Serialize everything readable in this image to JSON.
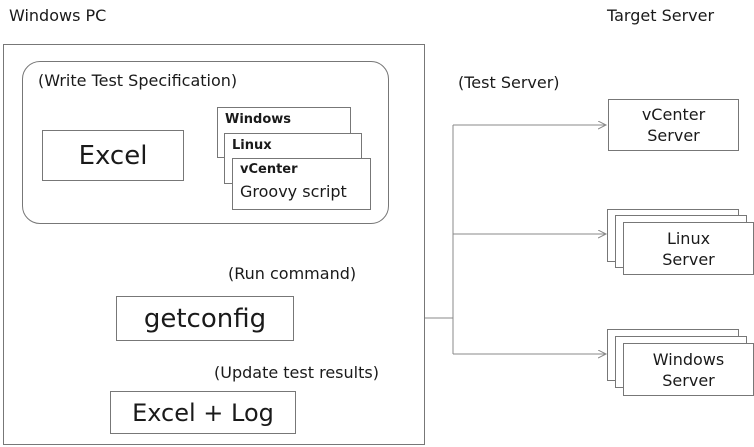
{
  "headings": {
    "windows_pc": "Windows PC",
    "target_server": "Target Server"
  },
  "spec_group": {
    "label": "(Write Test Specification)"
  },
  "excel": {
    "label": "Excel"
  },
  "scripts": {
    "windows": "Windows",
    "linux": "Linux",
    "vcenter": "vCenter",
    "groovy": "Groovy script"
  },
  "run_command": "(Run command)",
  "getconfig": {
    "label": "getconfig"
  },
  "update_results": "(Update test results)",
  "output": {
    "label": "Excel + Log"
  },
  "test_server": "(Test Server)",
  "servers": {
    "vcenter_line1": "vCenter",
    "vcenter_line2": "Server",
    "linux_line1": "Linux",
    "linux_line2": "Server",
    "windows_line1": "Windows",
    "windows_line2": "Server"
  },
  "colors": {
    "border": "#777777",
    "line": "#888888",
    "text": "#1a1a1a"
  }
}
